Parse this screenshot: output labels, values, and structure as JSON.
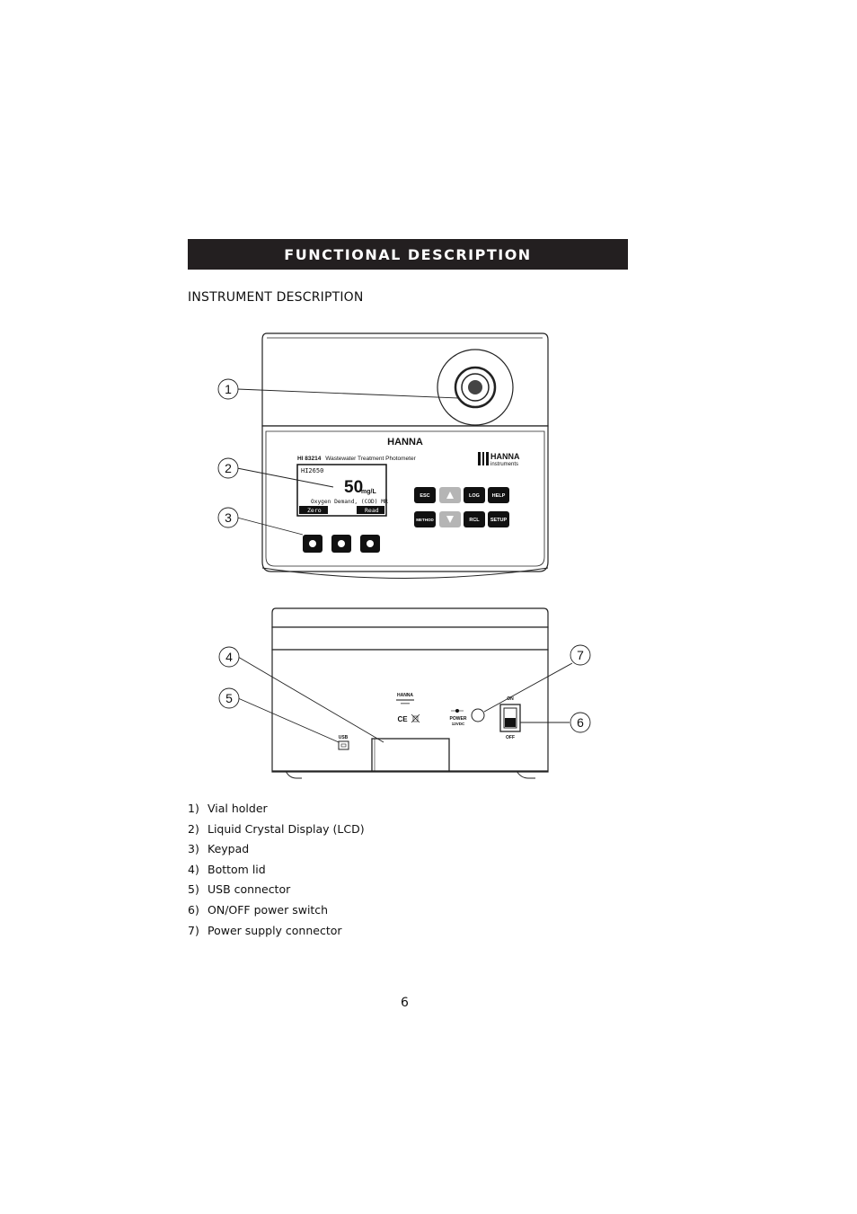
{
  "header": {
    "title": "FUNCTIONAL DESCRIPTION",
    "section": "INSTRUMENT DESCRIPTION"
  },
  "instrument": {
    "brand": "HANNA",
    "brand_small": "HANNA",
    "brand_sub": "instruments",
    "model": "HI 83214",
    "model_desc": "Wastewater Treatment Photometer",
    "lcd": {
      "method_code": "HI2650",
      "reading": "50",
      "unit": "mg/L",
      "parameter": "Oxygen Demand, (COD) MR",
      "softkey_left": "Zero",
      "softkey_right": "Read"
    },
    "keys": {
      "esc": "ESC",
      "log": "LOG",
      "help": "HELP",
      "method": "METHOD",
      "rcl": "RCL",
      "setup": "SETUP"
    },
    "rear": {
      "usb": "USB",
      "power": "POWER",
      "power_spec": "12VDC",
      "on": "ON",
      "off": "OFF",
      "label_brand": "HANNA"
    }
  },
  "callouts": [
    "1",
    "2",
    "3",
    "4",
    "5",
    "6",
    "7"
  ],
  "legend": [
    {
      "num": "1)",
      "label": "Vial holder"
    },
    {
      "num": "2)",
      "label": "Liquid Crystal Display (LCD)"
    },
    {
      "num": "3)",
      "label": "Keypad"
    },
    {
      "num": "4)",
      "label": "Bottom lid"
    },
    {
      "num": "5)",
      "label": "USB connector"
    },
    {
      "num": "6)",
      "label": "ON/OFF power switch"
    },
    {
      "num": "7)",
      "label": "Power supply connector"
    }
  ],
  "page_number": "6"
}
